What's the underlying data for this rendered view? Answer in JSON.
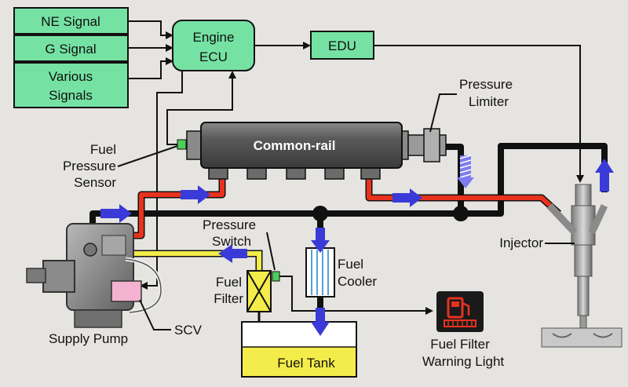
{
  "labels": {
    "ne_signal": "NE Signal",
    "g_signal": "G Signal",
    "various_signals_1": "Various",
    "various_signals_2": "Signals",
    "engine_ecu_1": "Engine",
    "engine_ecu_2": "ECU",
    "edu": "EDU",
    "pressure_limiter_1": "Pressure",
    "pressure_limiter_2": "Limiter",
    "common_rail": "Common-rail",
    "fuel_pressure_sensor_1": "Fuel",
    "fuel_pressure_sensor_2": "Pressure",
    "fuel_pressure_sensor_3": "Sensor",
    "injector": "Injector",
    "pressure_switch_1": "Pressure",
    "pressure_switch_2": "Switch",
    "fuel_filter_1": "Fuel",
    "fuel_filter_2": "Filter",
    "fuel_cooler_1": "Fuel",
    "fuel_cooler_2": "Cooler",
    "supply_pump": "Supply Pump",
    "scv": "SCV",
    "fuel_tank": "Fuel Tank",
    "warning_light_1": "Fuel Filter",
    "warning_light_2": "Warning Light"
  },
  "colors": {
    "signal_box": "#75e2a3",
    "high_pressure": "#e8321e",
    "low_pressure": "#111111",
    "return_fuel": "#f3ec4a",
    "flow_arrow": "#3a3ad8",
    "tank": "#f3ec4a",
    "scv": "#f2b2d0"
  },
  "icons": {
    "warning_light": "fuel-pump-icon"
  }
}
